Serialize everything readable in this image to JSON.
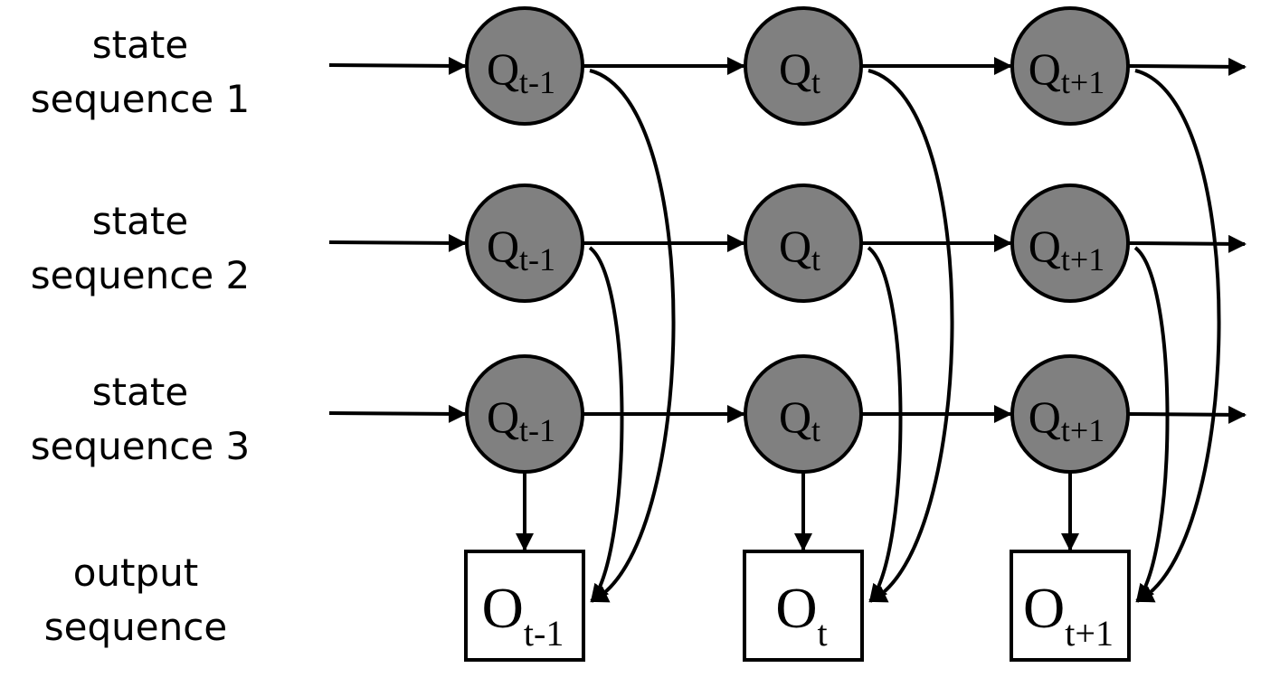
{
  "row_labels": [
    {
      "line1": "state",
      "line2": "sequence 1"
    },
    {
      "line1": "state",
      "line2": "sequence 2"
    },
    {
      "line1": "state",
      "line2": "sequence 3"
    },
    {
      "line1": "output",
      "line2": "sequence"
    }
  ],
  "state_nodes": [
    [
      {
        "main": "Q",
        "sub": "t-1"
      },
      {
        "main": "Q",
        "sub": "t"
      },
      {
        "main": "Q",
        "sub": "t+1"
      }
    ],
    [
      {
        "main": "Q",
        "sub": "t-1"
      },
      {
        "main": "Q",
        "sub": "t"
      },
      {
        "main": "Q",
        "sub": "t+1"
      }
    ],
    [
      {
        "main": "Q",
        "sub": "t-1"
      },
      {
        "main": "Q",
        "sub": "t"
      },
      {
        "main": "Q",
        "sub": "t+1"
      }
    ]
  ],
  "output_nodes": [
    {
      "main": "O",
      "sub": "t-1"
    },
    {
      "main": "O",
      "sub": "t"
    },
    {
      "main": "O",
      "sub": "t+1"
    }
  ],
  "colors": {
    "state_fill": "#808080",
    "stroke": "#000000",
    "output_fill": "#ffffff"
  }
}
